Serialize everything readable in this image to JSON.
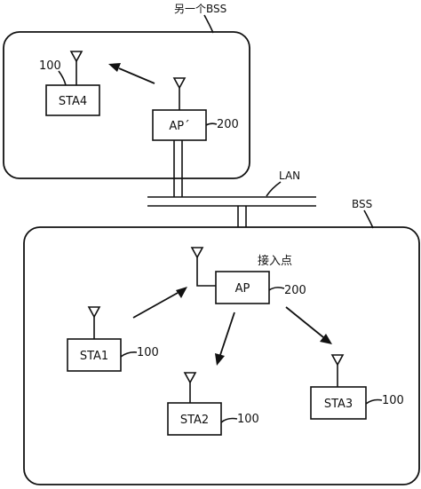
{
  "colors": {
    "line": "#111111",
    "background": "#ffffff"
  },
  "labels": {
    "other_bss": "另一个BSS",
    "bss": "BSS",
    "lan": "LAN",
    "access_point": "接入点"
  },
  "nodes": {
    "sta4": {
      "label": "STA4",
      "ref": "100"
    },
    "ap_other": {
      "label": "AP´",
      "ref": "200"
    },
    "ap": {
      "label": "AP",
      "ref": "200"
    },
    "sta1": {
      "label": "STA1",
      "ref": "100"
    },
    "sta2": {
      "label": "STA2",
      "ref": "100"
    },
    "sta3": {
      "label": "STA3",
      "ref": "100"
    }
  }
}
